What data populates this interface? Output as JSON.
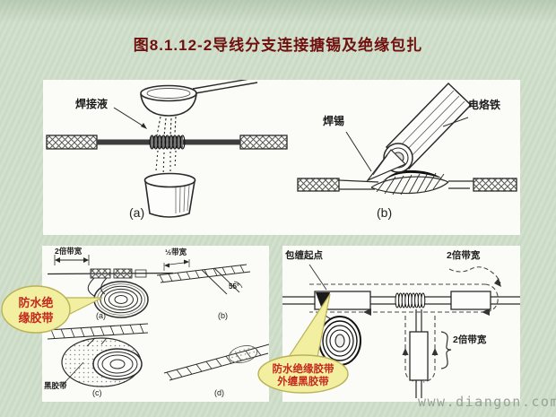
{
  "title": "图8.1.12-2导线分支连接搪锡及绝缘包扎",
  "watermark": "www.diangon.com",
  "colors": {
    "background": "#cfdeca",
    "panel": "#fbfbf7",
    "title_text": "#70100e",
    "bubble_fill": "#f3efa0",
    "bubble_border": "#b9b255",
    "bubble_text": "#c4281c",
    "line_art": "#2a2a2a",
    "watermark_text": "#98a296"
  },
  "top_panel": {
    "a": {
      "flux_label": "焊接液",
      "caption": "(a)"
    },
    "b": {
      "solder_label": "焊锡",
      "iron_label": "电烙铁",
      "caption": "(b)"
    }
  },
  "bottom_left": {
    "bubble_line1": "防水绝",
    "bubble_line2": "缘胶带",
    "a": {
      "width_label": "2倍带宽",
      "caption": "(a)"
    },
    "b": {
      "width_label": "½带宽",
      "angle_label": "55°",
      "caption": "(b)"
    },
    "c": {
      "tape_label": "黑胶带",
      "caption": "(c)"
    },
    "d": {
      "caption": "(d)"
    }
  },
  "bottom_right": {
    "start_label": "包缠起点",
    "top_width_label": "2倍带宽",
    "branch_width_label": "2倍带宽",
    "bubble_line1": "防水绝缘胶带",
    "bubble_line2": "外缠黑胶带"
  }
}
